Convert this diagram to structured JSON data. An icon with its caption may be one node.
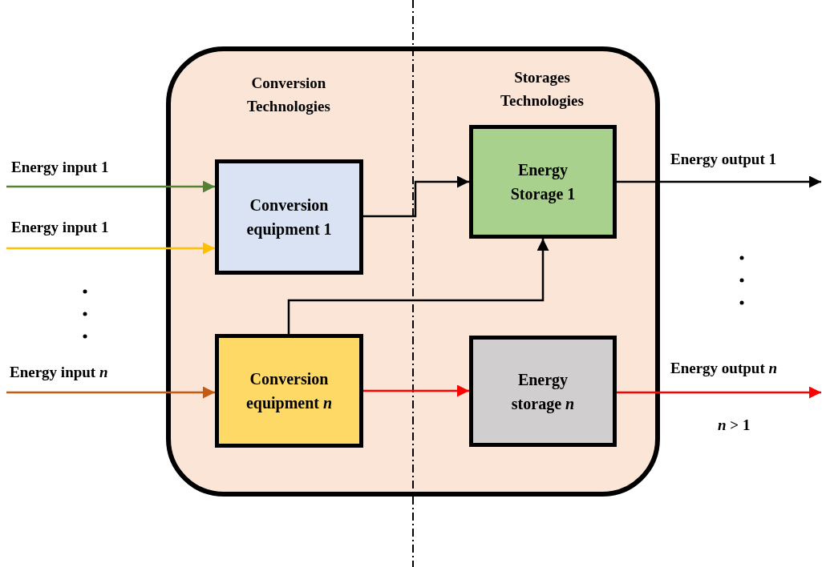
{
  "diagram": {
    "nodes": [
      {
        "text": [
          "Conversion Technologies",
          "Storages Technologies"
        ]
      },
      {
        "text": [
          "Conversion equipment 1"
        ],
        "in": 0
      },
      {
        "text": [
          "Conversion equipment *n*"
        ],
        "in": 0
      },
      {
        "text": [
          "Energy Storage 1"
        ],
        "in": 0
      },
      {
        "text": [
          "Energy storage *n*"
        ],
        "in": 0
      }
    ],
    "edges": [
      {
        "from": null,
        "to": 1,
        "arrow": "to",
        "label": "Energy input 1",
        "color": "#548235"
      },
      {
        "from": null,
        "to": 1,
        "arrow": "to",
        "label": "Energy input 1",
        "color": "#ffc000"
      },
      {
        "from": null,
        "to": 2,
        "arrow": "to",
        "label": "Energy input *n*",
        "color": "#c55a11"
      },
      {
        "from": 1,
        "to": 3,
        "arrow": "to"
      },
      {
        "from": 2,
        "to": 3,
        "arrow": "to"
      },
      {
        "from": 2,
        "to": 4,
        "arrow": "to",
        "color": "#ff0000"
      },
      {
        "from": 3,
        "to": null,
        "arrow": "to",
        "label": "Energy output 1"
      },
      {
        "from": 4,
        "to": null,
        "arrow": "to",
        "label": "Energy output *n*",
        "color": "#ff0000"
      }
    ],
    "labels": [
      "*n* > 1"
    ]
  }
}
